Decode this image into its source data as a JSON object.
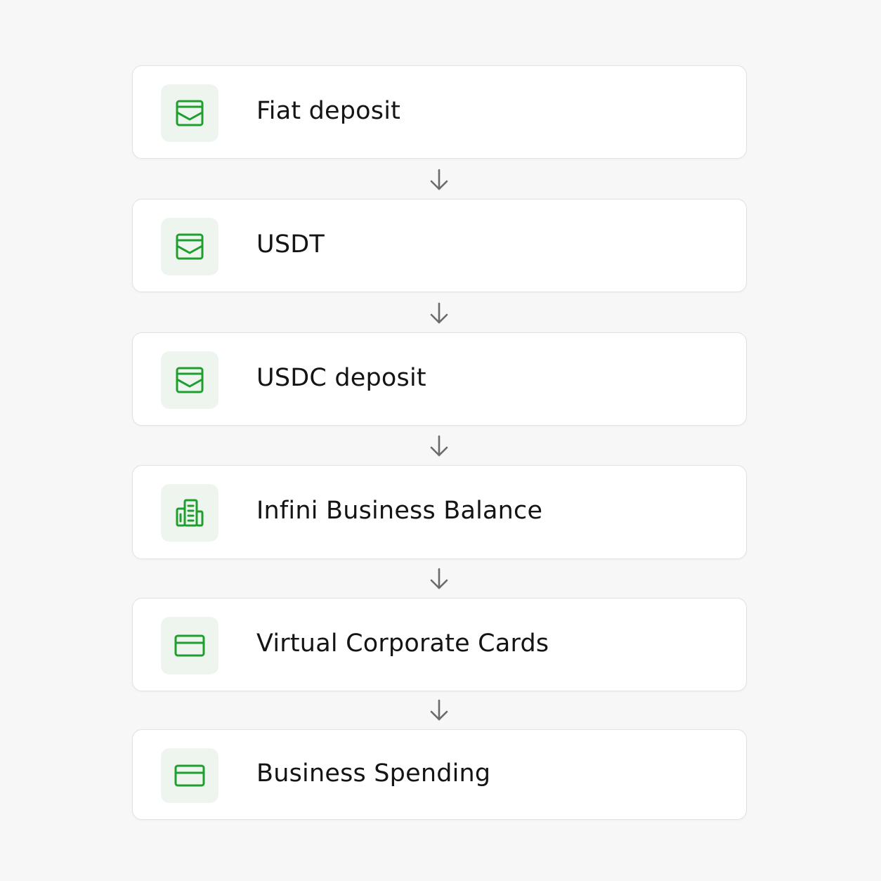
{
  "accent_color": "#1e9e2e",
  "steps": [
    {
      "label": "Fiat deposit",
      "icon": "wallet-icon"
    },
    {
      "label": "USDT",
      "icon": "wallet-icon"
    },
    {
      "label": "USDC deposit",
      "icon": "wallet-icon"
    },
    {
      "label": "Infini Business Balance",
      "icon": "building-icon"
    },
    {
      "label": "Virtual Corporate Cards",
      "icon": "credit-card-icon"
    },
    {
      "label": "Business Spending",
      "icon": "credit-card-icon"
    }
  ]
}
